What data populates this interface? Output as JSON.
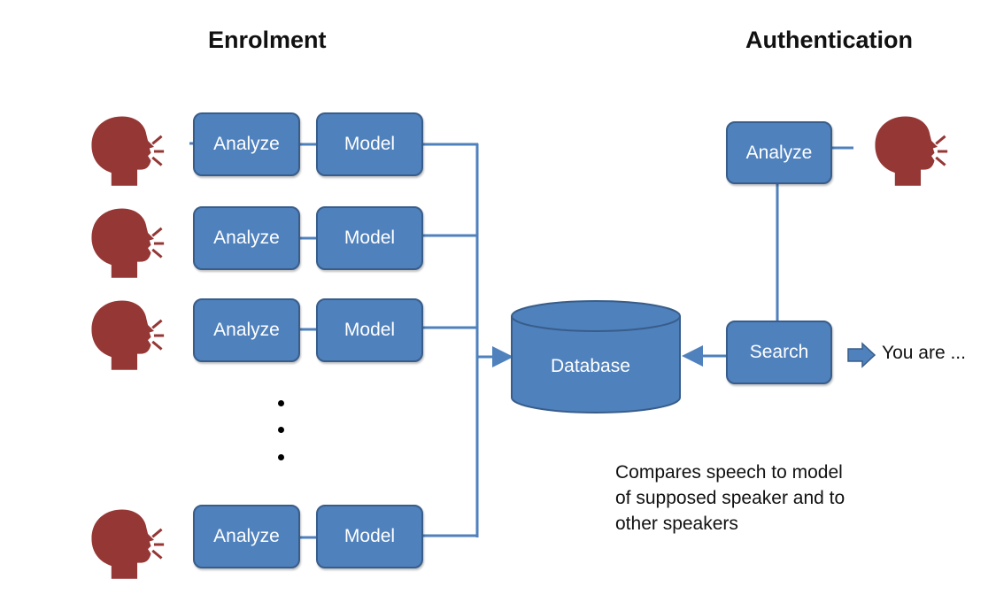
{
  "titles": {
    "enrolment": "Enrolment",
    "authentication": "Authentication"
  },
  "enrolment": {
    "rows": [
      {
        "analyze": "Analyze",
        "model": "Model"
      },
      {
        "analyze": "Analyze",
        "model": "Model"
      },
      {
        "analyze": "Analyze",
        "model": "Model"
      },
      {
        "analyze": "Analyze",
        "model": "Model"
      }
    ],
    "ellipsis": "vertical-dots"
  },
  "database": {
    "label": "Database"
  },
  "authentication": {
    "analyze": "Analyze",
    "search": "Search",
    "result": "You are ..."
  },
  "note": "Compares speech to model\nof supposed speaker and to\nother speakers",
  "icons": {
    "speaker": "speaking-head-icon",
    "result_arrow": "right-block-arrow-icon"
  },
  "colors": {
    "box_fill": "#4f81bd",
    "box_border": "#385d8a",
    "speaker": "#953735",
    "line": "#4f81bd"
  }
}
